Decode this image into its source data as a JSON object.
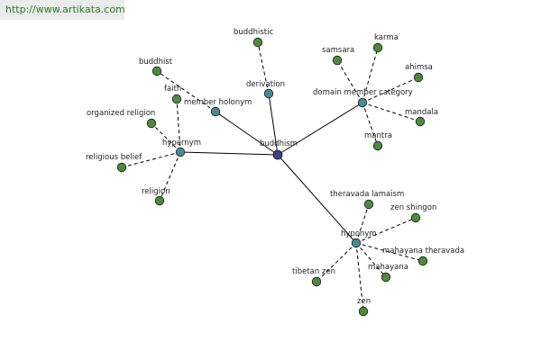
{
  "header": {
    "url": "http://www.artikata.com"
  },
  "colors": {
    "root": "#3b3f8a",
    "relation": "#4a8a96",
    "leaf": "#4e8a3e",
    "url_bg": "#ebebeb",
    "url_text": "#2c7a2c"
  },
  "graph": {
    "root": {
      "id": "buddhism",
      "label": "buddhism"
    },
    "relations": [
      {
        "id": "hypernym",
        "label": "hypernym",
        "children": [
          "faith",
          "organized religion",
          "religious belief",
          "religion"
        ]
      },
      {
        "id": "member-holonym",
        "label": "member holonym",
        "children": [
          "buddhist"
        ]
      },
      {
        "id": "derivation",
        "label": "derivation",
        "children": [
          "buddhistic"
        ]
      },
      {
        "id": "domain-member-category",
        "label": "domain member category",
        "children": [
          "samsara",
          "karma",
          "ahimsa",
          "mandala",
          "mantra"
        ]
      },
      {
        "id": "hyponym",
        "label": "hyponym",
        "children": [
          "theravada lamaism",
          "zen shingon",
          "mahayana theravada",
          "mahayana",
          "zen",
          "tibetan zen"
        ]
      }
    ]
  }
}
